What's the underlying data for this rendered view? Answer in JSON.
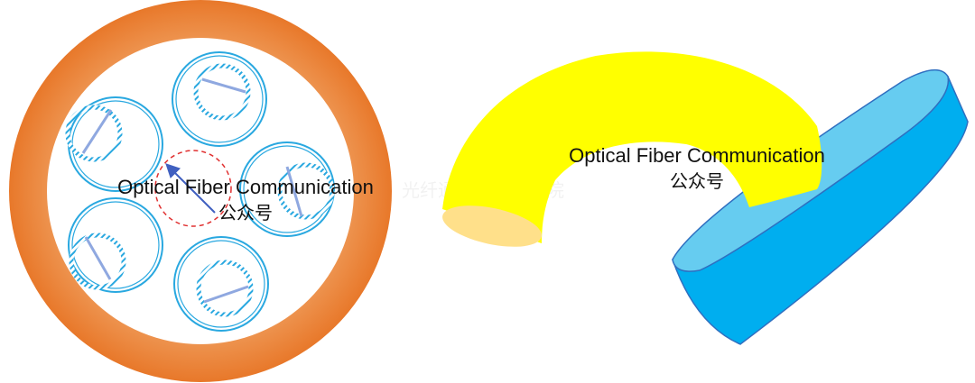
{
  "colors": {
    "jacket_outer": "#E8782A",
    "jacket_inner": "#F0A060",
    "fiber_blue": "#29A8E0",
    "spoke_blue": "#8FA8E0",
    "center_dashed": "#E03030",
    "arrow": "#4060C0",
    "bend_yellow": "#FFFF00",
    "bend_end": "#FFE08A",
    "drum_side": "#00AEEF",
    "drum_top": "#66CCF0",
    "drum_edge": "#2F6FC0"
  },
  "left_figure": {
    "label_line1": "Optical Fiber Communication",
    "label_line2": "公众号"
  },
  "right_figure": {
    "label_line1": "Optical Fiber Communication",
    "label_line2": "公众号"
  },
  "watermark": {
    "text": "光纤通信技术研究院"
  }
}
